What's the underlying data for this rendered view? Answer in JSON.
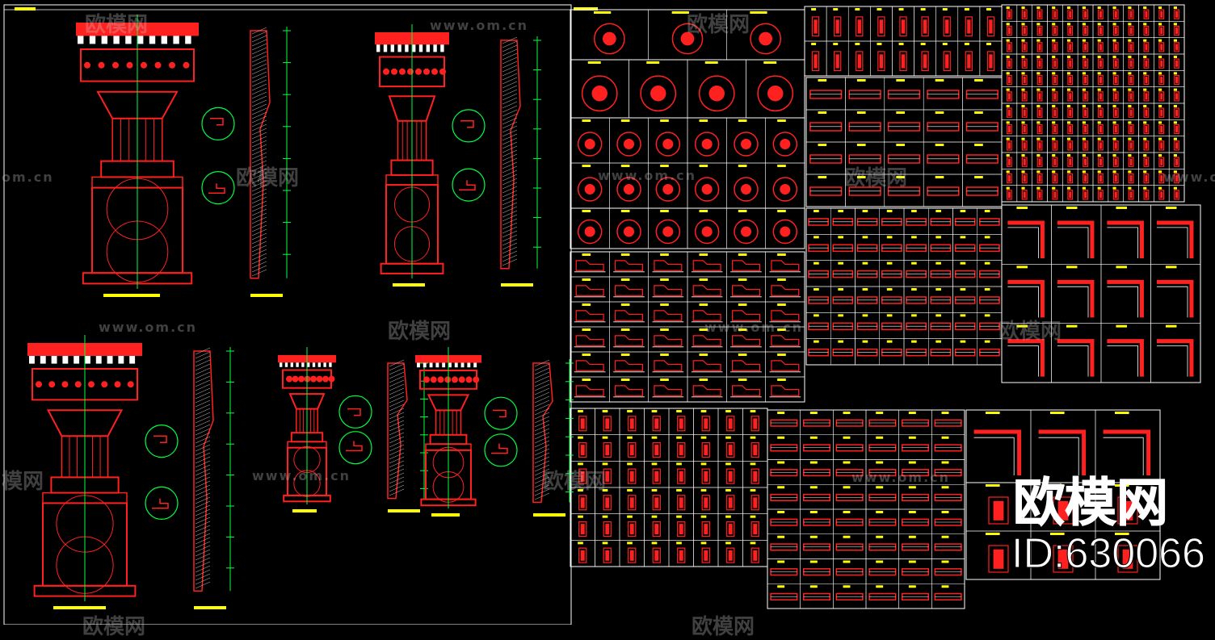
{
  "watermark": {
    "url": "www.om.cn",
    "url_partial": "om.cn",
    "brand": "欧模网",
    "brand_partial": "模网"
  },
  "stamp": {
    "brand": "欧模网",
    "id": "ID:630066"
  },
  "colors": {
    "background": "#000000",
    "outline": "#ffffff",
    "geometry": "#ff2020",
    "dimension": "#00ff40",
    "label": "#ffff00",
    "hatch": "#c8c8c8"
  }
}
